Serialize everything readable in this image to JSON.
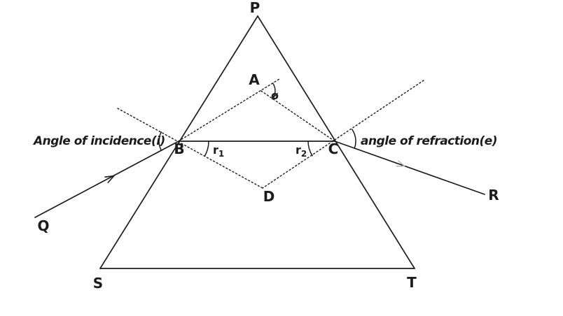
{
  "diagram": {
    "type": "prism-refraction-ray-diagram",
    "background": "#ffffff",
    "ink": "#1c1c1c",
    "faint_arrow_color": "#b3b3b3",
    "points": {
      "P": "P",
      "Q": "Q",
      "R": "R",
      "S": "S",
      "T": "T",
      "A": "A",
      "B": "B",
      "C": "C",
      "D": "D"
    },
    "angles": {
      "incidence_label": "Angle of incidence(i)",
      "refraction_label": "angle of refraction(e)",
      "deviation_symbol": "ø",
      "r1_base": "r",
      "r1_sub": "1",
      "r2_base": "r",
      "r2_sub": "2"
    }
  }
}
